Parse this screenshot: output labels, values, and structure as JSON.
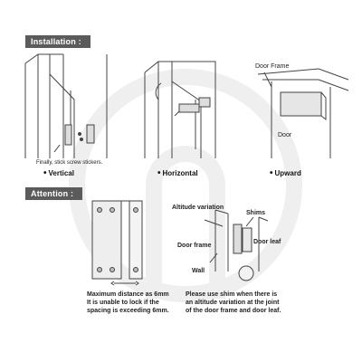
{
  "section_installation": "Installation :",
  "section_attention": "Attention :",
  "vertical": {
    "caption": "Vertical",
    "note": "Finally, stick screw stickers."
  },
  "horizontal": {
    "caption": "Horizontal"
  },
  "upward": {
    "caption": "Upward",
    "door_frame": "Door Frame",
    "door": "Door"
  },
  "attention_left": {
    "line1": "Maximum distance as 6mm",
    "line2": "It is unable to lock if the",
    "line3": "spacing is exceeding 6mm."
  },
  "attention_right": {
    "altitude": "Altitude variation",
    "shims": "Shims",
    "door_frame": "Door frame",
    "door_leaf": "Door leaf",
    "wall": "Wall",
    "line1": "Please use shim when there is",
    "line2": "an altitude variation at the joint",
    "line3": "of the door frame and door leaf."
  },
  "colors": {
    "tab": "#5b5b5b",
    "line": "#444444",
    "watermark": "#eeeeee"
  }
}
